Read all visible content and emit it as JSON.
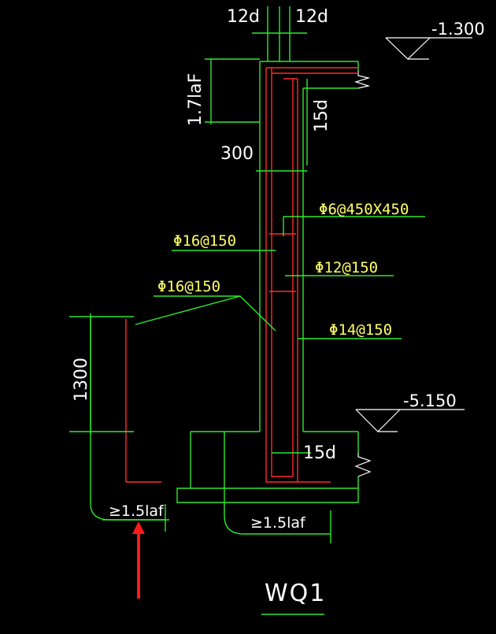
{
  "dimensions": {
    "cover_left": "12d",
    "cover_right": "12d",
    "anchor_top": "1.7laF",
    "hook_top": "15d",
    "wall_thickness": "300",
    "wall_height": "1300",
    "hook_bottom": "15d",
    "anchor_left": "≥1.5laf",
    "anchor_right": "≥1.5laf"
  },
  "callouts": {
    "tie": "Φ6@450X450",
    "horizontal_left": "Φ16@150",
    "vertical_left": "Φ16@150",
    "horizontal_right": "Φ12@150",
    "vertical_right": "Φ14@150"
  },
  "levels": {
    "top": "-1.300",
    "bottom": "-5.150"
  },
  "title": "WQ1",
  "colors": {
    "background": "#000000",
    "outline": "#2ee82e",
    "rebar": "#ff2a2a",
    "text": "#ffffff",
    "callout_text": "#ffff66",
    "arrow": "#ff1a1a"
  },
  "icons": {
    "level_marker": "triangle-level-icon",
    "break_line": "zigzag-break-icon",
    "pointer": "red-arrow-icon"
  }
}
